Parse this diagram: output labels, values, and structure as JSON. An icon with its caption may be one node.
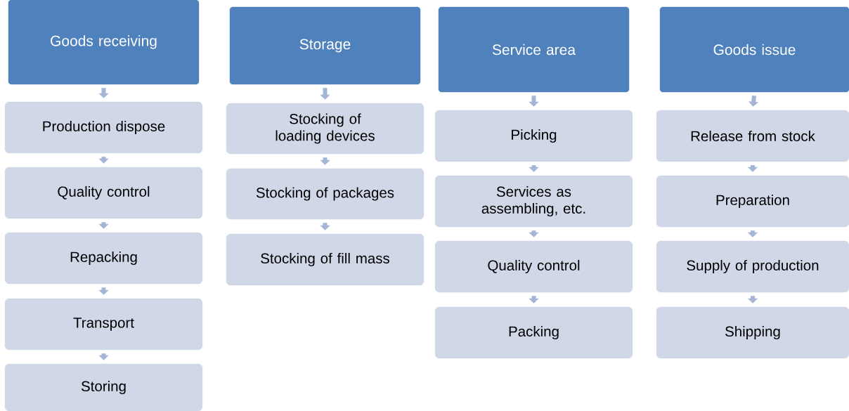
{
  "diagram": {
    "nodes": [
      {
        "text": [
          "Goods receiving"
        ]
      },
      {
        "text": [
          "Production dispose"
        ]
      },
      {
        "text": [
          "Quality control"
        ]
      },
      {
        "text": [
          "Repacking"
        ]
      },
      {
        "text": [
          "Transport"
        ]
      },
      {
        "text": [
          "Storing"
        ]
      },
      {
        "text": [
          "Storage"
        ]
      },
      {
        "text": [
          "Stocking of loading devices"
        ]
      },
      {
        "text": [
          "Stocking of packages"
        ]
      },
      {
        "text": [
          "Stocking of fill mass"
        ]
      },
      {
        "text": [
          "Service area"
        ]
      },
      {
        "text": [
          "Picking"
        ]
      },
      {
        "text": [
          "Services as assembling, etc."
        ]
      },
      {
        "text": [
          "Quality control"
        ]
      },
      {
        "text": [
          "Packing"
        ]
      },
      {
        "text": [
          "Goods issue"
        ]
      },
      {
        "text": [
          "Release from stock"
        ]
      },
      {
        "text": [
          "Preparation"
        ]
      },
      {
        "text": [
          "Supply of production"
        ]
      },
      {
        "text": [
          "Shipping"
        ]
      }
    ],
    "edges": [
      {
        "from": 0,
        "to": 1,
        "arrow": "to"
      },
      {
        "from": 1,
        "to": 2,
        "arrow": "to"
      },
      {
        "from": 2,
        "to": 3,
        "arrow": "to"
      },
      {
        "from": 3,
        "to": 4,
        "arrow": "to"
      },
      {
        "from": 4,
        "to": 5,
        "arrow": "to"
      },
      {
        "from": 6,
        "to": 7,
        "arrow": "to"
      },
      {
        "from": 7,
        "to": 8,
        "arrow": "to"
      },
      {
        "from": 8,
        "to": 9,
        "arrow": "to"
      },
      {
        "from": 10,
        "to": 11,
        "arrow": "to"
      },
      {
        "from": 11,
        "to": 12,
        "arrow": "to"
      },
      {
        "from": 12,
        "to": 13,
        "arrow": "to"
      },
      {
        "from": 13,
        "to": 14,
        "arrow": "to"
      },
      {
        "from": 15,
        "to": 16,
        "arrow": "to"
      },
      {
        "from": 16,
        "to": 17,
        "arrow": "to"
      },
      {
        "from": 17,
        "to": 18,
        "arrow": "to"
      },
      {
        "from": 18,
        "to": 19,
        "arrow": "to"
      }
    ]
  }
}
